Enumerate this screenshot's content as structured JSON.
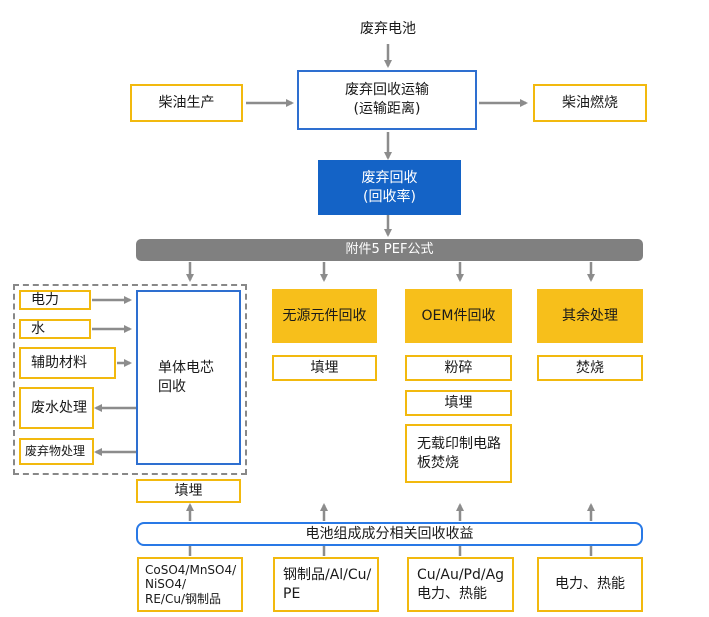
{
  "top_label": "废弃电池",
  "diesel_production": "柴油生产",
  "transport": {
    "line1": "废弃回收运输",
    "line2": "(运输距离)"
  },
  "diesel_combustion": "柴油燃烧",
  "recycling": {
    "line1": "废弃回收",
    "line2": "(回收率)"
  },
  "pef_bar": "附件5 PEF公式",
  "left_inputs": [
    "电力",
    "水",
    "辅助材料",
    "废水处理",
    "废弃物处理"
  ],
  "cell_recycling": "单体电芯\n回收",
  "cell_landfill": "填埋",
  "passive_recycling": "无源元件回收",
  "passive_landfill": "填埋",
  "oem_recycling": "OEM件回收",
  "oem_steps": [
    "粉碎",
    "填埋",
    "无载印制电路\n板焚烧"
  ],
  "other_treatment": "其余处理",
  "other_incineration": "焚烧",
  "benefit_bar": "电池组成成分相关回收收益",
  "benefits": [
    "CoSO4/MnSO4/\nNiSO4/\nRE/Cu/钢制品",
    "钢制品/Al/Cu/\nPE",
    "Cu/Au/Pd/Ag\n电力、热能",
    "电力、热能"
  ],
  "colors": {
    "blue": "#1463c6",
    "gold": "#f7bf1b",
    "gray": "#808080",
    "arrow": "#8c8c8c"
  }
}
